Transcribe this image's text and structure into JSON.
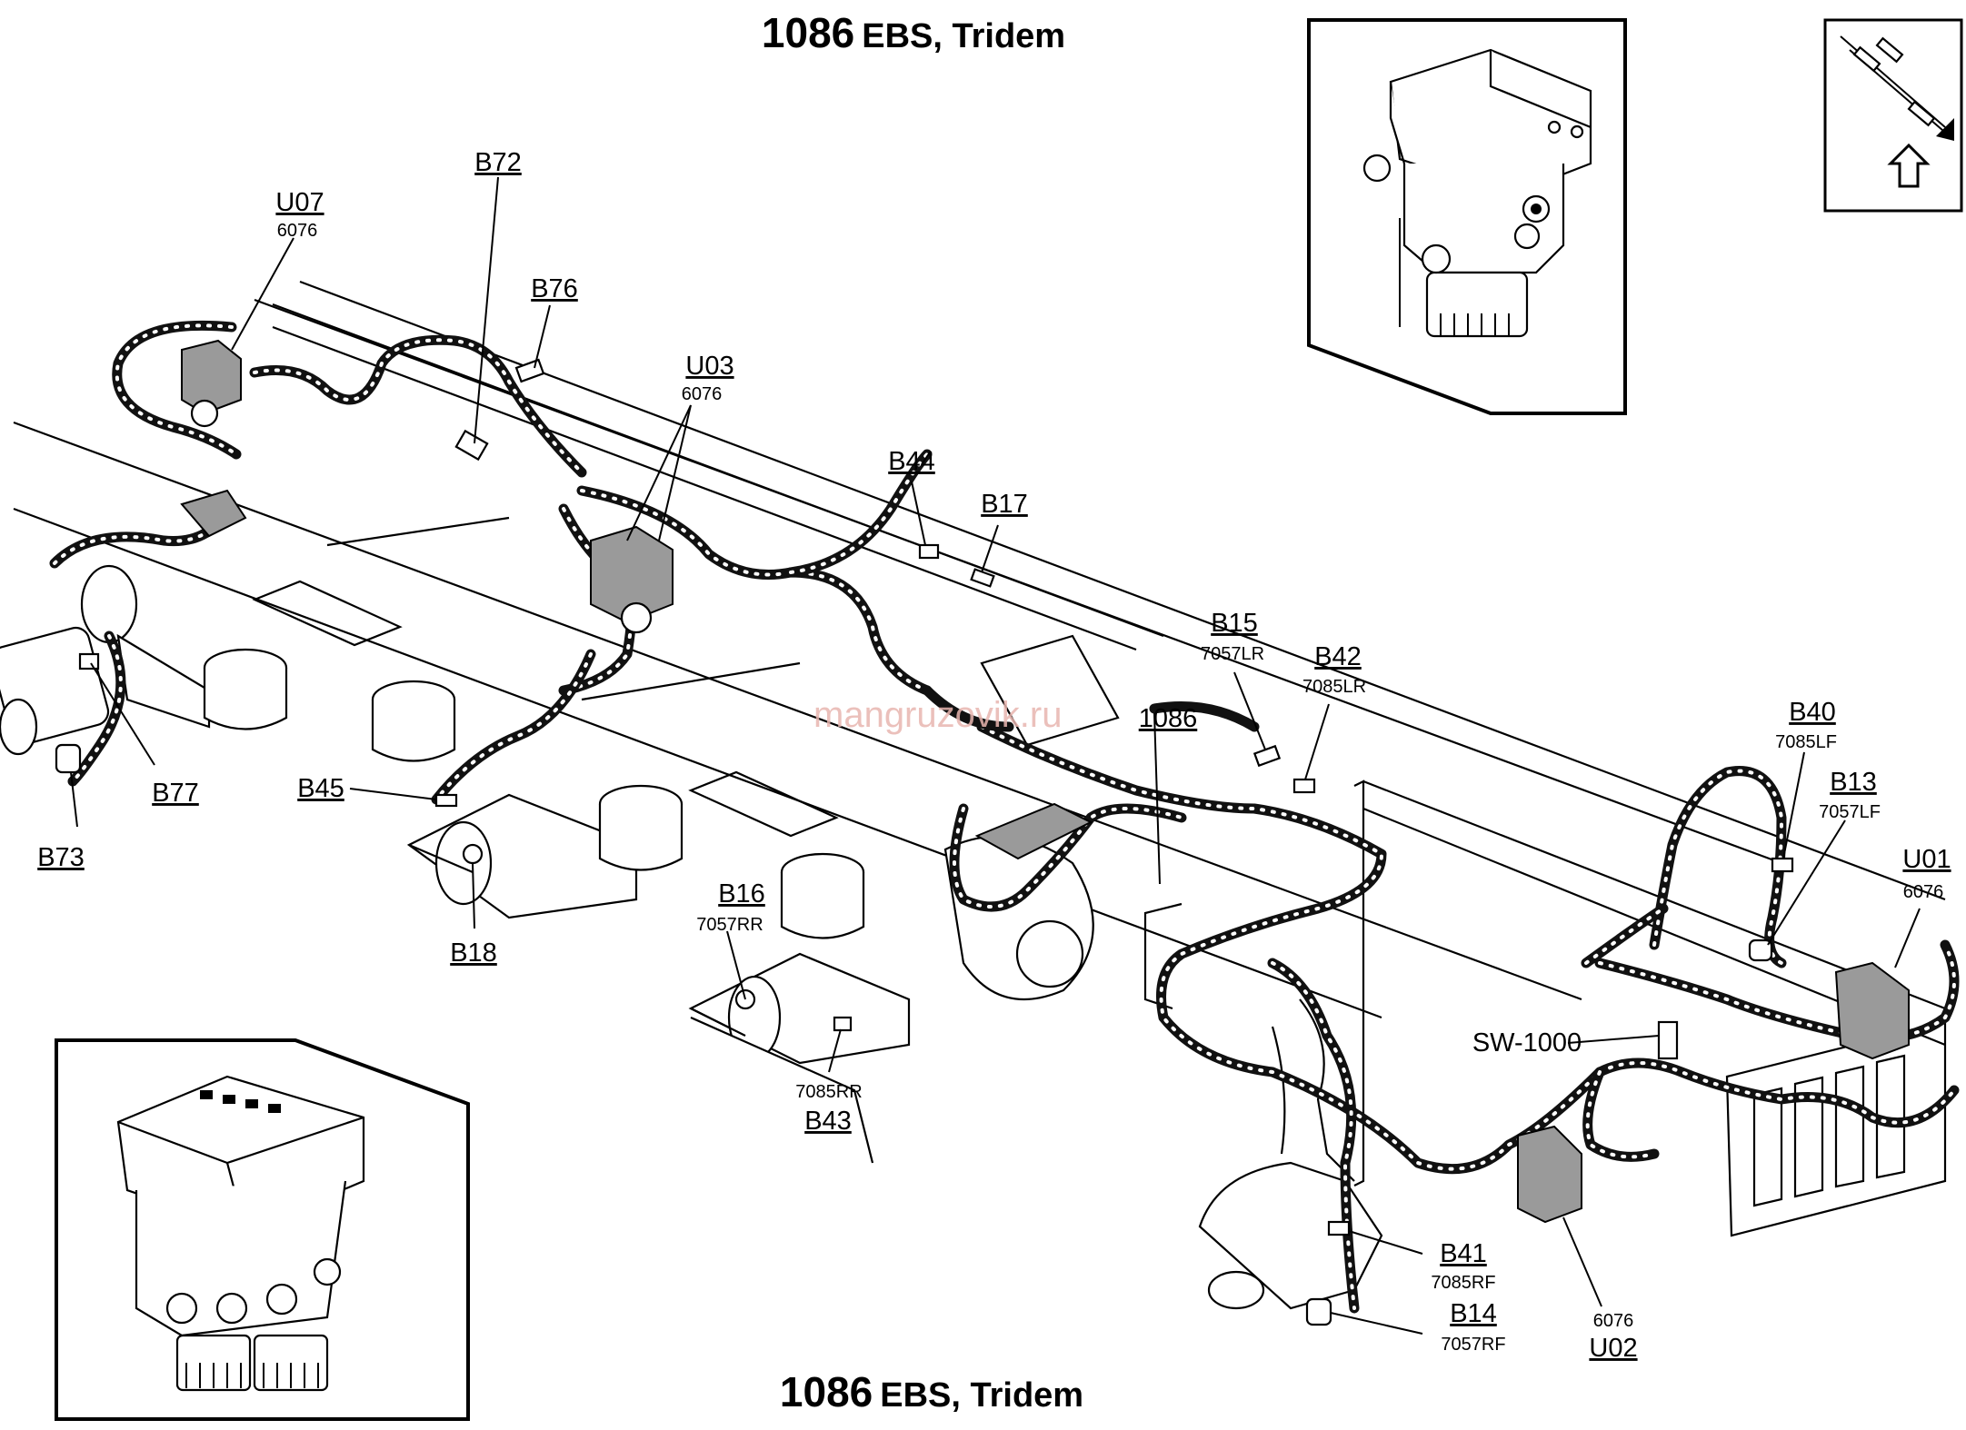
{
  "title_top": {
    "number": "1086",
    "text": "EBS, Tridem"
  },
  "title_bottom": {
    "number": "1086",
    "text": "EBS, Tridem"
  },
  "watermark": "mangruzovik.ru",
  "harness_label": "1086",
  "switch_label": "SW-1000",
  "components": {
    "U07": {
      "code": "U07",
      "part": "6076"
    },
    "B72": {
      "code": "B72"
    },
    "B76": {
      "code": "B76"
    },
    "U03": {
      "code": "U03",
      "part": "6076"
    },
    "B44": {
      "code": "B44"
    },
    "B17": {
      "code": "B17"
    },
    "B15": {
      "code": "B15",
      "part": "7057LR"
    },
    "B42": {
      "code": "B42",
      "part": "7085LR"
    },
    "B40": {
      "code": "B40",
      "part": "7085LF"
    },
    "B13": {
      "code": "B13",
      "part": "7057LF"
    },
    "U01": {
      "code": "U01",
      "part": "6076"
    },
    "B77": {
      "code": "B77"
    },
    "B73": {
      "code": "B73"
    },
    "B45": {
      "code": "B45"
    },
    "B18": {
      "code": "B18"
    },
    "B16": {
      "code": "B16",
      "part": "7057RR"
    },
    "B43": {
      "code": "B43",
      "part": "7085RR"
    },
    "B41": {
      "code": "B41",
      "part": "7085RF"
    },
    "B14": {
      "code": "B14",
      "part": "7057RF"
    },
    "U02": {
      "code": "U02",
      "part": "6076"
    }
  },
  "colors": {
    "line": "#000000",
    "background": "#ffffff",
    "shaded_part": "#9a9a9a",
    "watermark": "#e8b6b0"
  },
  "icons": [
    "valve-module-icon",
    "axle-modulator-icon",
    "orientation-arrow-icon"
  ]
}
